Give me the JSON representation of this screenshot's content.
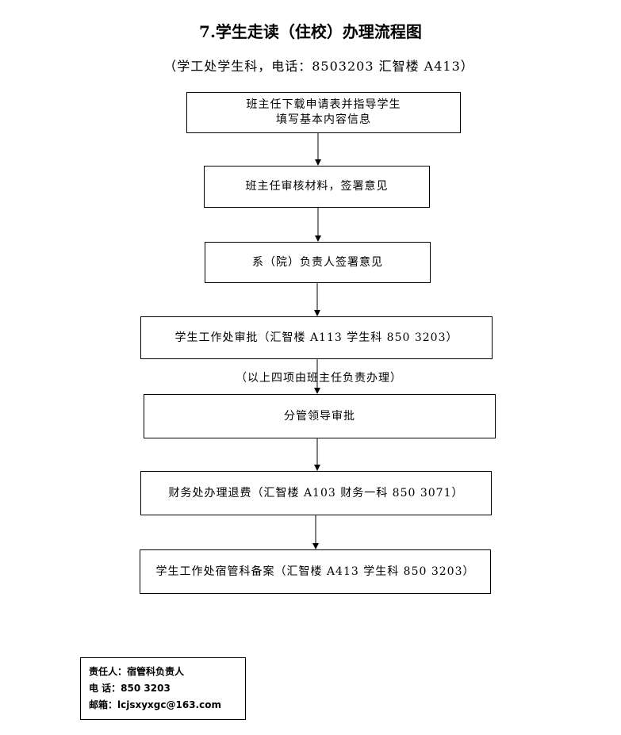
{
  "title": "7.学生走读（住校）办理流程图",
  "subtitle": "（学工处学生科，电话：8503203 汇智楼 A413）",
  "steps": [
    {
      "line1": "班主任下载申请表并指导学生",
      "line2": "填写基本内容信息"
    },
    {
      "line1": "班主任审核材料，签署意见"
    },
    {
      "line1": "系（院）负责人签署意见"
    },
    {
      "line1": "学生工作处审批（汇智楼 A113 学生科  850  3203）"
    },
    {
      "line1": "分管领导审批"
    },
    {
      "line1": "财务处办理退费（汇智楼 A103 财务一科  850  3071）"
    },
    {
      "line1": "学生工作处宿管科备案（汇智楼 A413 学生科  850  3203）"
    }
  ],
  "note": "（以上四项由班主任负责办理）",
  "contact": {
    "responsible": "责任人：宿管科负责人",
    "phone": "电    话：850 3203",
    "email": "邮箱：lcjsxyxgc@163.com"
  }
}
